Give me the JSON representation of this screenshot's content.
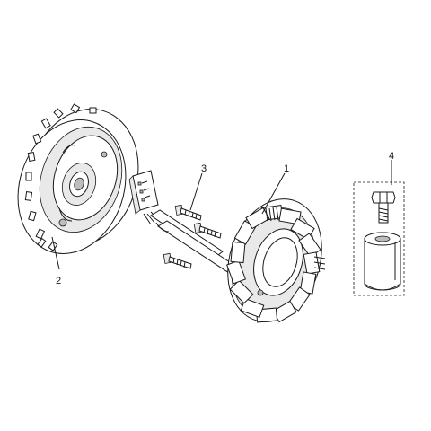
{
  "diagram": {
    "parts": [
      {
        "id": "flywheel",
        "callout": "2"
      },
      {
        "id": "stator",
        "callout": "1"
      },
      {
        "id": "stator-bolts",
        "callout": "3"
      },
      {
        "id": "puller-tool",
        "callout": "4"
      }
    ],
    "colors": {
      "line": "#1a1a1a",
      "shade": "#e9e9e9",
      "dark": "#bdbdbd",
      "background": "#ffffff"
    }
  }
}
